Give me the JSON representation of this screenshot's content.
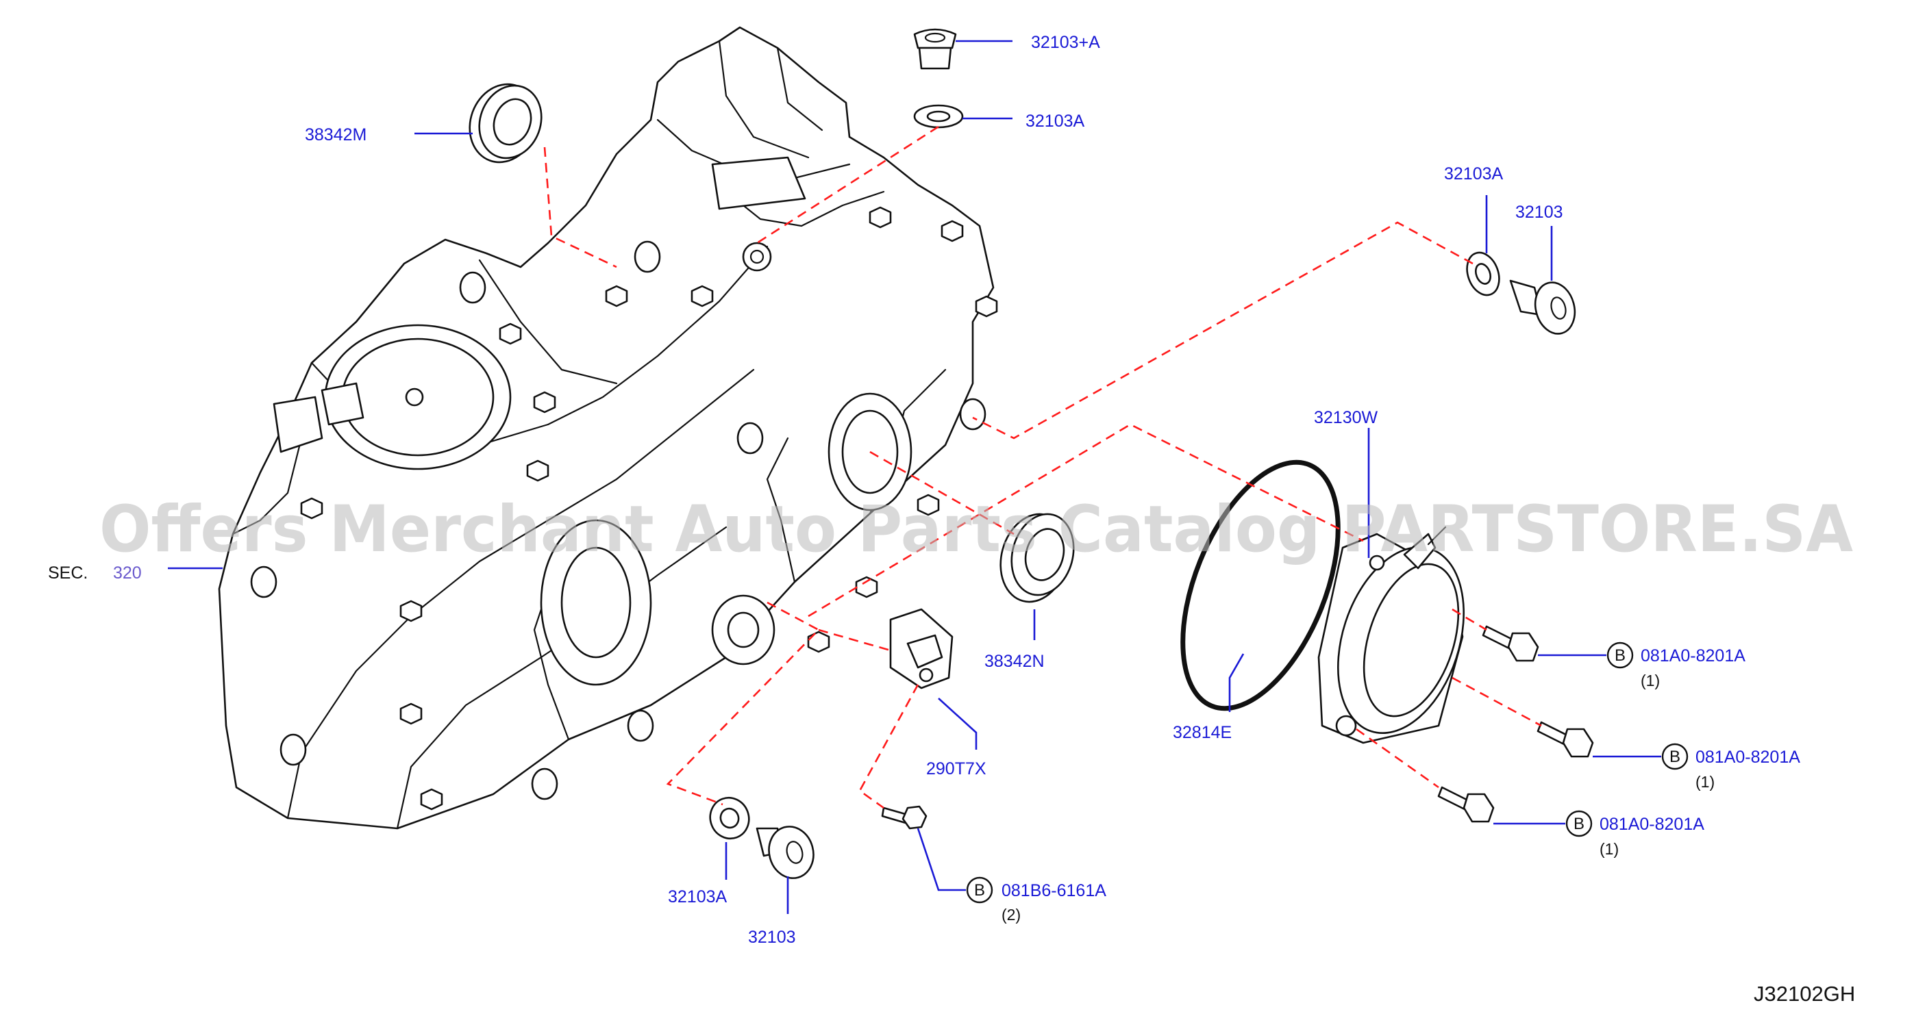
{
  "watermark": "Offers Merchant Auto Parts Catalog PARTSTORE.SA",
  "diagram_code": "J32102GH",
  "section_ref": {
    "prefix": "SEC.",
    "number": "320"
  },
  "bolt_symbol": "B",
  "colors": {
    "label": "#1a1ad6",
    "leader_dash": "#ff1a1a",
    "line_art": "#111111",
    "section_number": "#6a5acd"
  },
  "parts": {
    "p_32103_plus_a": "32103+A",
    "p_32103a_top": "32103A",
    "p_38342m": "38342M",
    "p_32103a_right": "32103A",
    "p_32103_right": "32103",
    "p_32130w": "32130W",
    "p_38342n": "38342N",
    "p_32814e": "32814E",
    "p_290t7x": "290T7X",
    "p_32103a_bottom": "32103A",
    "p_32103_bottom": "32103"
  },
  "bolts": [
    {
      "code": "081A0-8201A",
      "qty": "(1)"
    },
    {
      "code": "081A0-8201A",
      "qty": "(1)"
    },
    {
      "code": "081A0-8201A",
      "qty": "(1)"
    },
    {
      "code": "081B6-6161A",
      "qty": "(2)"
    }
  ]
}
